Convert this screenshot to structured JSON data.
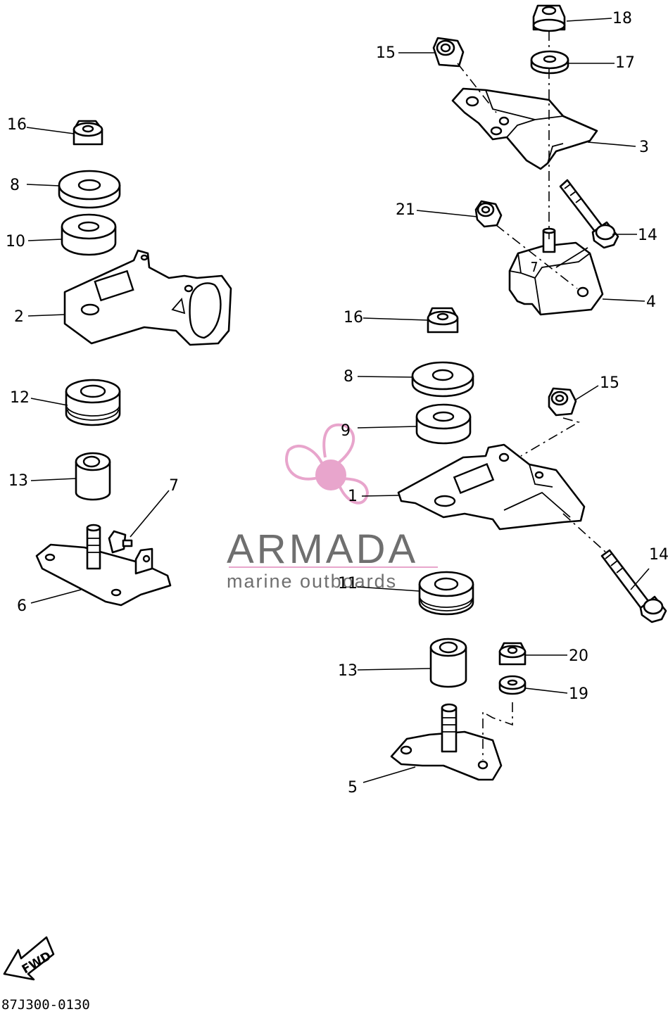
{
  "diagram": {
    "callouts": {
      "c1": "1",
      "c2": "2",
      "c3": "3",
      "c4": "4",
      "c5": "5",
      "c6": "6",
      "c7": "7",
      "c8a": "8",
      "c8b": "8",
      "c9": "9",
      "c10": "10",
      "c11": "11",
      "c12": "12",
      "c13a": "13",
      "c13b": "13",
      "c14a": "14",
      "c14b": "14",
      "c15a": "15",
      "c15b": "15",
      "c16a": "16",
      "c16b": "16",
      "c17": "17",
      "c18": "18",
      "c19": "19",
      "c20": "20",
      "c21": "21"
    },
    "fwd_label": "FWD",
    "drawing_code": "87J300-0130"
  },
  "watermark": {
    "brand": "ARMADA",
    "tagline": "marine outboards",
    "accent_color": "#e8a5cc",
    "text_color": "#6f6f6f"
  }
}
